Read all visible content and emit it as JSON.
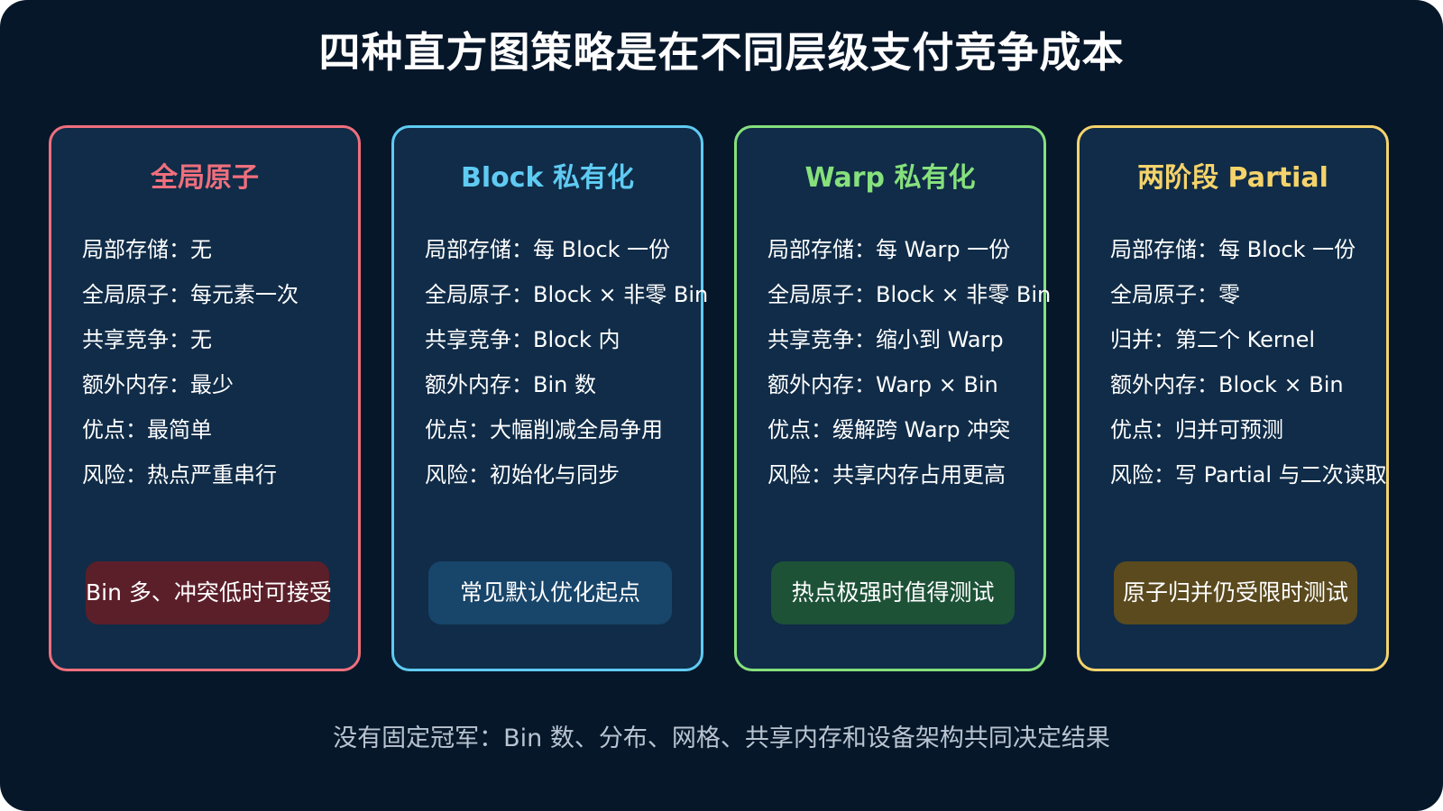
{
  "title": "四种直方图策略是在不同层级支付竞争成本",
  "cards": [
    {
      "title": "全局原子",
      "color": "#ef6f7d",
      "badge_color": "#5b1f2a",
      "rows": [
        "局部存储：无",
        "全局原子：每元素一次",
        "共享竞争：无",
        "额外内存：最少",
        "优点：最简单",
        "风险：热点严重串行"
      ],
      "badge": "Bin 多、冲突低时可接受"
    },
    {
      "title": "Block 私有化",
      "color": "#5fcbf2",
      "badge_color": "#18456a",
      "rows": [
        "局部存储：每 Block 一份",
        "全局原子：Block × 非零 Bin",
        "共享竞争：Block 内",
        "额外内存：Bin 数",
        "优点：大幅削减全局争用",
        "风险：初始化与同步"
      ],
      "badge": "常见默认优化起点"
    },
    {
      "title": "Warp 私有化",
      "color": "#86e07c",
      "badge_color": "#1d5237",
      "rows": [
        "局部存储：每 Warp 一份",
        "全局原子：Block × 非零 Bin",
        "共享竞争：缩小到 Warp",
        "额外内存：Warp × Bin",
        "优点：缓解跨 Warp 冲突",
        "风险：共享内存占用更高"
      ],
      "badge": "热点极强时值得测试"
    },
    {
      "title": "两阶段 Partial",
      "color": "#f5d36b",
      "badge_color": "#5a4a1e",
      "rows": [
        "局部存储：每 Block 一份",
        "全局原子：零",
        "归并：第二个 Kernel",
        "额外内存：Block × Bin",
        "优点：归并可预测",
        "风险：写 Partial 与二次读取"
      ],
      "badge": "原子归并仍受限时测试"
    }
  ],
  "footer": "没有固定冠军：Bin 数、分布、网格、共享内存和设备架构共同决定结果"
}
